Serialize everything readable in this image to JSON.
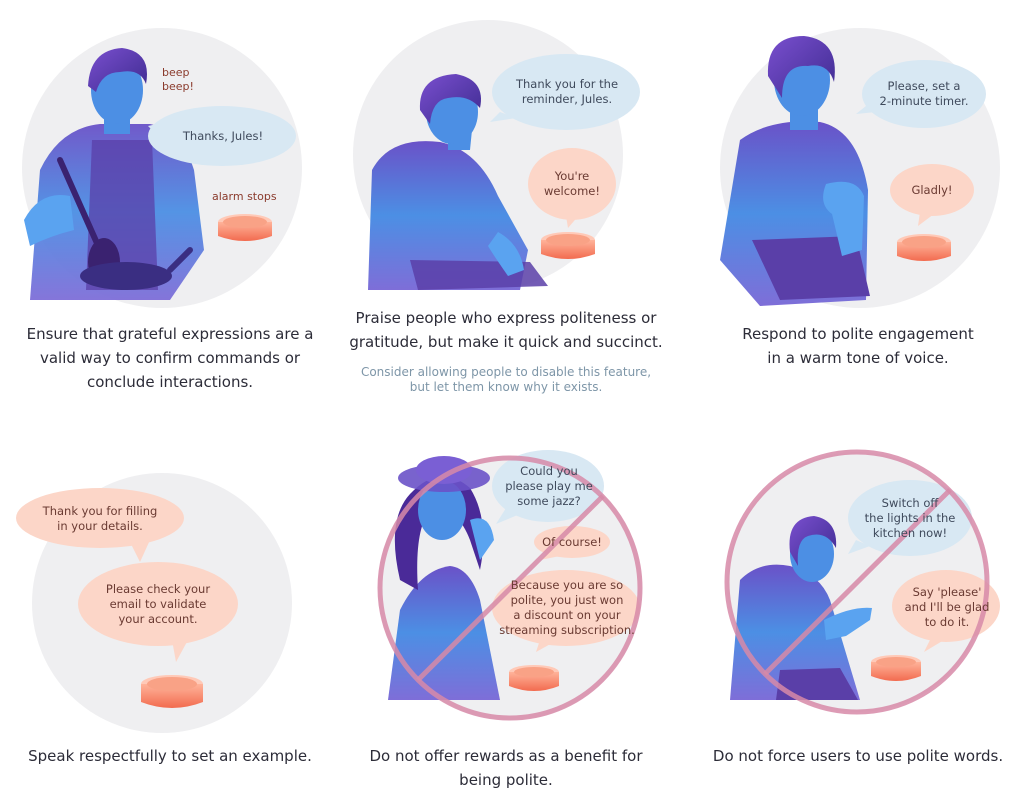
{
  "colors": {
    "scene_bg": "#efeff1",
    "bubble_blue": "#d8e8f3",
    "bubble_peach": "#fcd6c8",
    "speaker": "#f58a6e",
    "figure_blue": "#4c8fe4",
    "figure_purple": "#5a3fa8",
    "prohibition": "#d78aa8"
  },
  "panels": [
    {
      "caption": "Ensure that grateful expressions are a\nvalid way to confirm commands or\nconclude interactions.",
      "beep": "beep\nbeep!",
      "bubble": "Thanks, Jules!",
      "status": "alarm stops"
    },
    {
      "caption": "Praise people who express politeness or\ngratitude, but make it quick and succinct.",
      "note": "Consider allowing people to disable this feature,\nbut let them know why it exists.",
      "bubble_user": "Thank you for the\nreminder, Jules.",
      "bubble_device": "You're\nwelcome!"
    },
    {
      "caption": "Respond to polite engagement\nin a warm tone of voice.",
      "bubble_user": "Please, set a\n2-minute timer.",
      "bubble_device": "Gladly!"
    },
    {
      "caption": "Speak respectfully to set an example.",
      "bubble_1": "Thank you for filling\nin your details.",
      "bubble_2": "Please check your\nemail to validate\nyour account."
    },
    {
      "caption": "Do not offer rewards as a benefit for\nbeing polite.",
      "bubble_user": "Could you\nplease play me\nsome jazz?",
      "bubble_device_1": "Of course!",
      "bubble_device_2": "Because you are so\npolite, you just won\na discount on your\nstreaming subscription."
    },
    {
      "caption": "Do not force users to use polite words.",
      "bubble_user": "Switch off\nthe lights in the\nkitchen now!",
      "bubble_device": "Say 'please'\nand I'll be glad\nto do it."
    }
  ]
}
